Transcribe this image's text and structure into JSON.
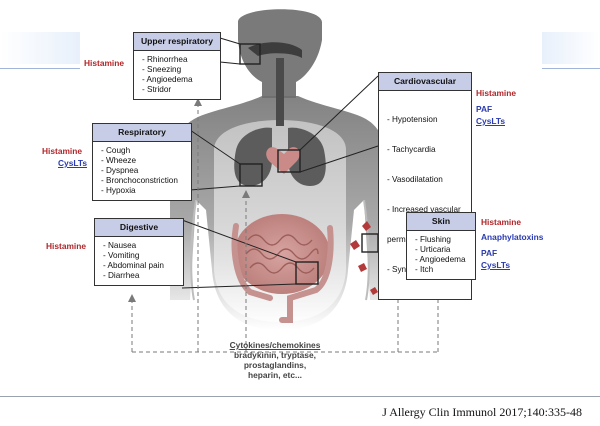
{
  "boxes": {
    "upper": {
      "title": "Upper respiratory",
      "items": [
        "- Rhinorrhea",
        "- Sneezing",
        "- Angioedema",
        "- Stridor"
      ]
    },
    "respiratory": {
      "title": "Respiratory",
      "items": [
        "- Cough",
        "- Wheeze",
        "- Dyspnea",
        "- Bronchoconstriction",
        "- Hypoxia"
      ]
    },
    "digestive": {
      "title": "Digestive",
      "items": [
        "- Nausea",
        "- Vomiting",
        "- Abdominal pain",
        "- Diarrhea"
      ]
    },
    "cardiovascular": {
      "title": "Cardiovascular",
      "items": [
        "- Hypotension",
        "- Tachycardia",
        "- Vasodilatation",
        "- Increased vascular",
        "  permeability",
        "- Syncope"
      ]
    },
    "skin": {
      "title": "Skin",
      "items": [
        "- Flushing",
        "- Urticaria",
        "- Angioedema",
        "- Itch"
      ]
    }
  },
  "mediators": {
    "upper_histamine": "Histamine",
    "resp_histamine": "Histamine",
    "resp_cyslts": "CysLTs",
    "dig_histamine": "Histamine",
    "cardio_histamine": "Histamine",
    "cardio_paf": "PAF",
    "cardio_cyslts": "CysLTs",
    "skin_histamine": "Histamine",
    "skin_anaphylatoxins": "Anaphylatoxins",
    "skin_paf": "PAF",
    "skin_cyslts": "CysLTs"
  },
  "bottom": {
    "line1": "Cytokines/chemokines",
    "line2": "bradykinin, tryptase,",
    "line3": "prostaglandins,",
    "line4": "heparin, etc..."
  },
  "citation": "J Allergy Clin Immunol 2017;140:335-48",
  "colors": {
    "box_header": "#c7cde6",
    "histamine": "#b0262a",
    "blue_mediator": "#2a3ab0",
    "body_gray": "#8e8e8e",
    "organ_pink": "#d79a9a"
  }
}
